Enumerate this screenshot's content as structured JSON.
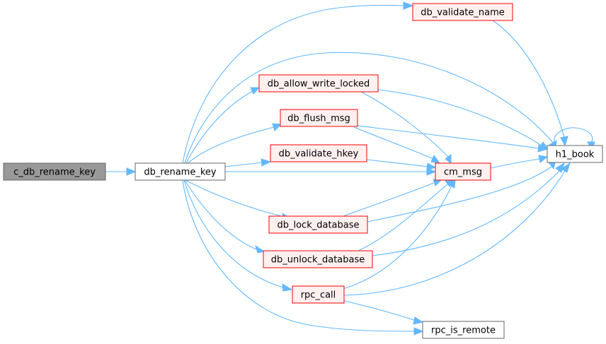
{
  "graph": {
    "colors": {
      "edge": "#63b8ff",
      "root_fill": "#999999",
      "root_stroke": "#666666",
      "plain_fill": "#ffffff",
      "plain_stroke": "#666666",
      "red_fill": "#fff0f0",
      "red_stroke": "#ff0000"
    },
    "nodes": [
      {
        "id": "c_db_rename_key",
        "label": "c_db_rename_key",
        "style": "root"
      },
      {
        "id": "db_rename_key",
        "label": "db_rename_key",
        "style": "plain"
      },
      {
        "id": "db_validate_name",
        "label": "db_validate_name",
        "style": "red"
      },
      {
        "id": "db_allow_write_locked",
        "label": "db_allow_write_locked",
        "style": "red"
      },
      {
        "id": "db_flush_msg",
        "label": "db_flush_msg",
        "style": "red"
      },
      {
        "id": "db_validate_hkey",
        "label": "db_validate_hkey",
        "style": "red"
      },
      {
        "id": "cm_msg",
        "label": "cm_msg",
        "style": "red"
      },
      {
        "id": "h1_book",
        "label": "h1_book",
        "style": "plain"
      },
      {
        "id": "db_lock_database",
        "label": "db_lock_database",
        "style": "red"
      },
      {
        "id": "db_unlock_database",
        "label": "db_unlock_database",
        "style": "red"
      },
      {
        "id": "rpc_call",
        "label": "rpc_call",
        "style": "red"
      },
      {
        "id": "rpc_is_remote",
        "label": "rpc_is_remote",
        "style": "plain"
      }
    ],
    "edges": [
      {
        "from": "c_db_rename_key",
        "to": "db_rename_key"
      },
      {
        "from": "db_rename_key",
        "to": "db_validate_name"
      },
      {
        "from": "db_rename_key",
        "to": "h1_book"
      },
      {
        "from": "db_rename_key",
        "to": "db_allow_write_locked"
      },
      {
        "from": "db_rename_key",
        "to": "db_flush_msg"
      },
      {
        "from": "db_rename_key",
        "to": "db_validate_hkey"
      },
      {
        "from": "db_rename_key",
        "to": "cm_msg"
      },
      {
        "from": "db_rename_key",
        "to": "db_lock_database"
      },
      {
        "from": "db_rename_key",
        "to": "db_unlock_database"
      },
      {
        "from": "db_rename_key",
        "to": "rpc_call"
      },
      {
        "from": "db_rename_key",
        "to": "rpc_is_remote"
      },
      {
        "from": "db_validate_name",
        "to": "h1_book"
      },
      {
        "from": "db_allow_write_locked",
        "to": "cm_msg"
      },
      {
        "from": "db_allow_write_locked",
        "to": "h1_book"
      },
      {
        "from": "db_flush_msg",
        "to": "cm_msg"
      },
      {
        "from": "db_flush_msg",
        "to": "h1_book"
      },
      {
        "from": "db_validate_hkey",
        "to": "cm_msg"
      },
      {
        "from": "cm_msg",
        "to": "h1_book"
      },
      {
        "from": "h1_book",
        "to": "h1_book"
      },
      {
        "from": "db_lock_database",
        "to": "cm_msg"
      },
      {
        "from": "db_lock_database",
        "to": "h1_book"
      },
      {
        "from": "db_unlock_database",
        "to": "cm_msg"
      },
      {
        "from": "db_unlock_database",
        "to": "h1_book"
      },
      {
        "from": "rpc_call",
        "to": "cm_msg"
      },
      {
        "from": "rpc_call",
        "to": "h1_book"
      },
      {
        "from": "rpc_call",
        "to": "rpc_is_remote"
      }
    ]
  }
}
